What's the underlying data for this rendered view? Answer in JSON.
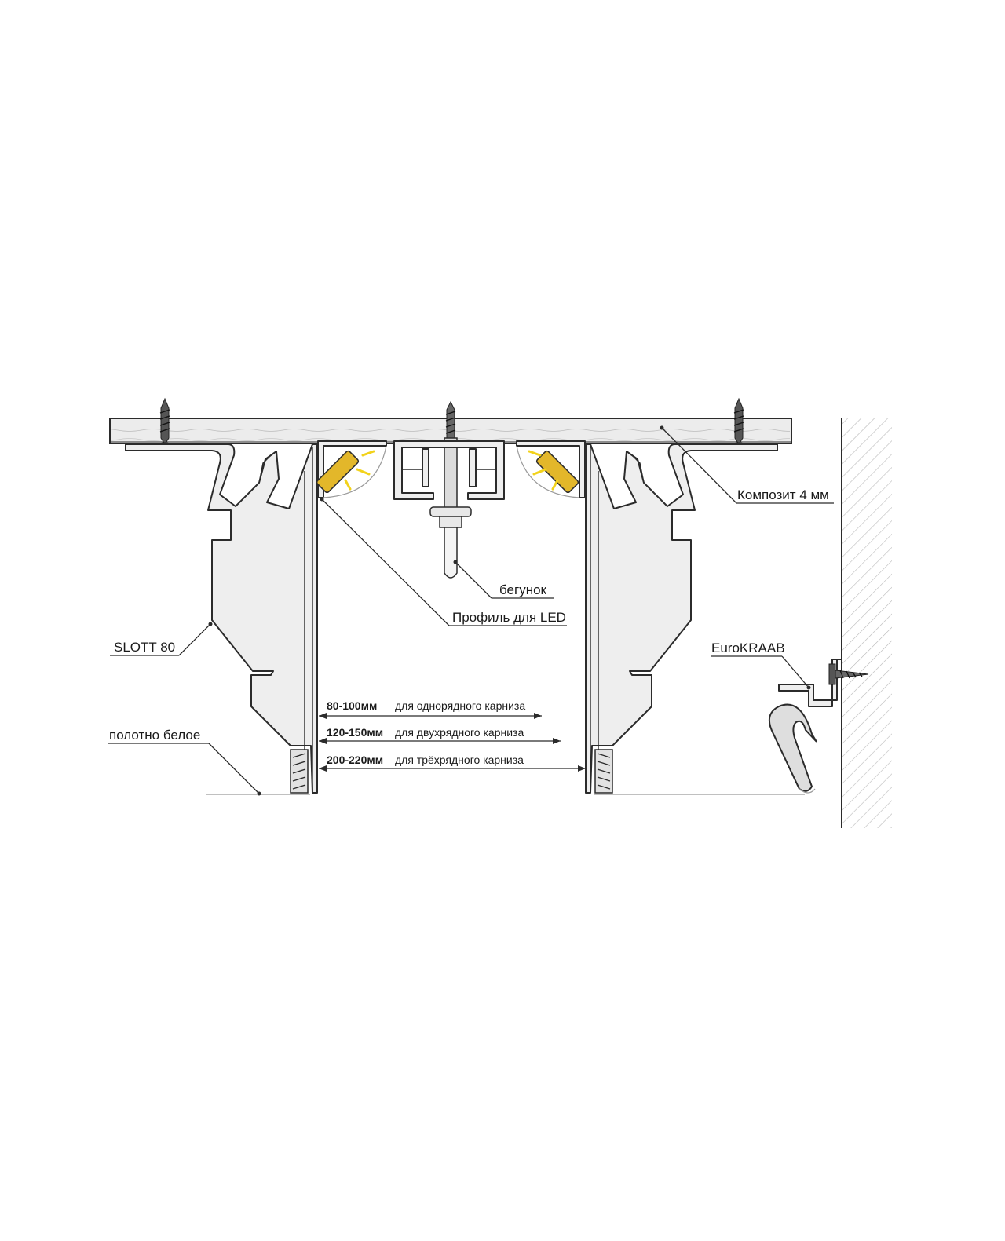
{
  "labels": {
    "composite": "Композит 4 мм",
    "runner": "бегунок",
    "led_profile": "Профиль для LED",
    "slott": "SLOTT 80",
    "eurokraab": "EuroKRAAB",
    "canvas": "полотно белое"
  },
  "dimensions": [
    {
      "value": "80-100мм",
      "description": "для однорядного карниза"
    },
    {
      "value": "120-150мм",
      "description": "для двухрядного карниза"
    },
    {
      "value": "200-220мм",
      "description": "для трёхрядного карниза"
    }
  ],
  "colors": {
    "line": "#2b2b2b",
    "profile_fill": "#eeeeee",
    "led_light": "#f2d21b",
    "led_strip": "#e3b72a"
  },
  "icons": [
    "screw-icon",
    "led-light-icon",
    "wall-hatch"
  ]
}
